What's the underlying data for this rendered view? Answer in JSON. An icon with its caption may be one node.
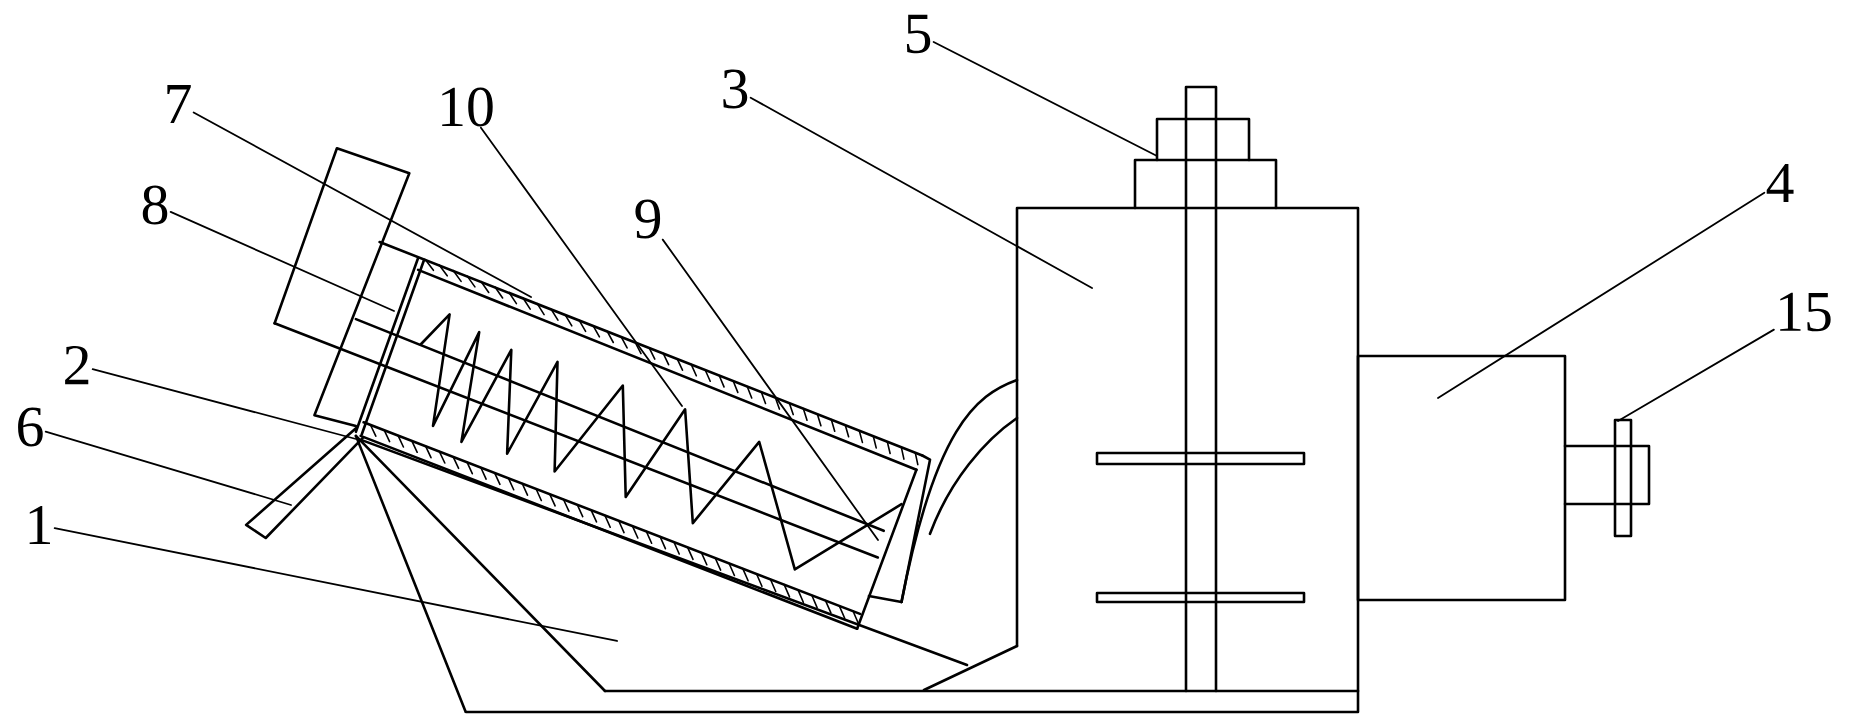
{
  "diagram": {
    "nodes": [
      {
        "text": [
          "5"
        ]
      },
      {
        "text": [
          "3"
        ]
      },
      {
        "text": [
          "7"
        ]
      },
      {
        "text": [
          "10"
        ]
      },
      {
        "text": [
          "4"
        ]
      },
      {
        "text": [
          "8"
        ]
      },
      {
        "text": [
          "9"
        ]
      },
      {
        "text": [
          "15"
        ]
      },
      {
        "text": [
          "2"
        ]
      },
      {
        "text": [
          "6"
        ]
      },
      {
        "text": [
          "1"
        ]
      }
    ],
    "edges": [
      {
        "from": 0,
        "to": null,
        "arrow": "none"
      },
      {
        "from": 1,
        "to": null,
        "arrow": "none"
      },
      {
        "from": 2,
        "to": null,
        "arrow": "none"
      },
      {
        "from": 3,
        "to": null,
        "arrow": "none"
      },
      {
        "from": 4,
        "to": null,
        "arrow": "none"
      },
      {
        "from": 5,
        "to": null,
        "arrow": "none"
      },
      {
        "from": 6,
        "to": null,
        "arrow": "none"
      },
      {
        "from": 7,
        "to": null,
        "arrow": "none"
      },
      {
        "from": 8,
        "to": null,
        "arrow": "none"
      },
      {
        "from": 9,
        "to": null,
        "arrow": "none"
      },
      {
        "from": 10,
        "to": null,
        "arrow": "none"
      }
    ]
  }
}
